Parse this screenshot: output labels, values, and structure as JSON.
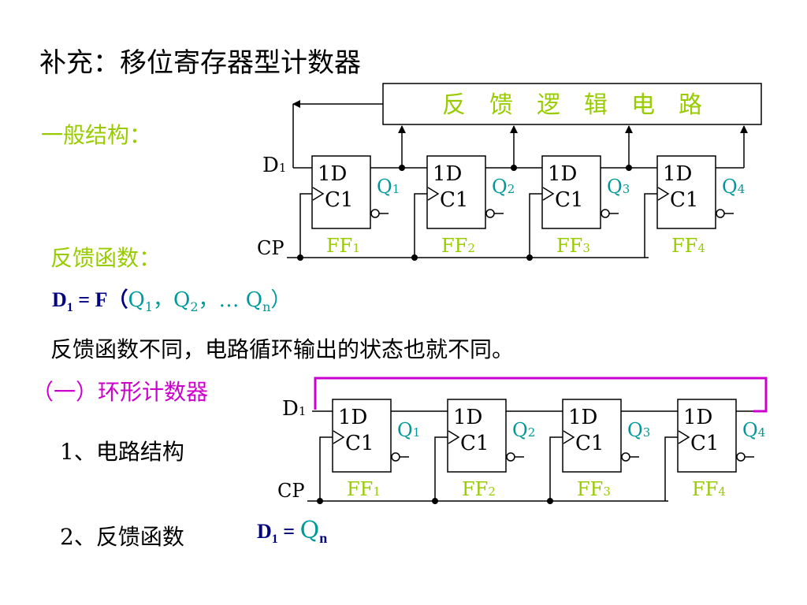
{
  "title": "补充：移位寄存器型计数器",
  "general_structure_label": "一般结构：",
  "feedback_logic_box": "反　馈　逻　辑　电　路",
  "feedback_function_label": "反馈函数：",
  "feedback_formula": {
    "prefix": "D",
    "prefix_sub": "1",
    "equals": " = F（",
    "items": [
      "Q",
      "1",
      "，Q",
      "2",
      "，…  Q",
      "n",
      "）"
    ]
  },
  "statement": "反馈函数不同，电路循环输出的状态也就不同。",
  "section1_title": "（一）环形计数器",
  "item1": "1、电路结构",
  "item2": "2、反馈函数",
  "ring_formula": {
    "prefix": "D",
    "prefix_sub": "1",
    "equals": " = ",
    "q": "Q",
    "q_sub": "n"
  },
  "diagram": {
    "d1_main": "D",
    "d1_sub": "1",
    "cp_label": "CP",
    "ff_in_label": "1D",
    "ff_clk_label": "C1",
    "flipflops": [
      {
        "name": "FF",
        "sub": "1",
        "q": "Q",
        "q_sub": "1"
      },
      {
        "name": "FF",
        "sub": "2",
        "q": "Q",
        "q_sub": "2"
      },
      {
        "name": "FF",
        "sub": "3",
        "q": "Q",
        "q_sub": "3"
      },
      {
        "name": "FF",
        "sub": "4",
        "q": "Q",
        "q_sub": "4"
      }
    ]
  },
  "colors": {
    "green": "#99cc00",
    "teal": "#009999",
    "magenta": "#cc00cc",
    "navy": "#000080"
  }
}
